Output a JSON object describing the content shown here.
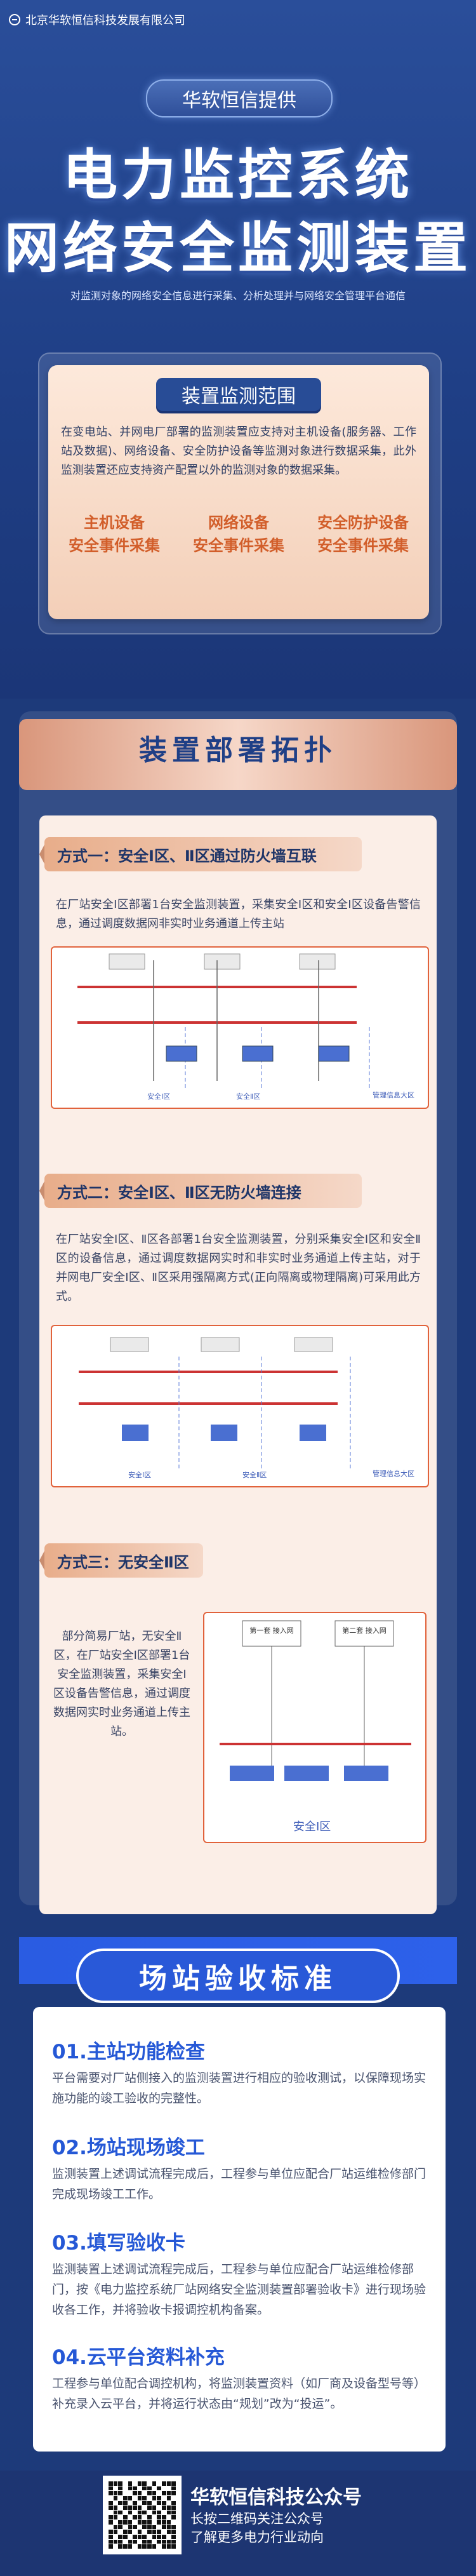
{
  "header": {
    "company": "北京华软恒信科技发展有限公司",
    "provider": "华软恒信提供",
    "title_line1": "电力监控系统",
    "title_line2": "网络安全监测装置",
    "subtitle": "对监测对象的网络安全信息进行采集、分析处理并与网络安全管理平台通信"
  },
  "scope": {
    "title": "装置监测范围",
    "text": "在变电站、并网电厂部署的监测装置应支持对主机设备(服务器、工作站及数据)、网络设备、安全防护设备等监测对象进行数据采集，此外监测装置还应支持资产配置以外的监测对象的数据采集。",
    "events": [
      {
        "line1": "主机设备",
        "line2": "安全事件采集"
      },
      {
        "line1": "网络设备",
        "line2": "安全事件采集"
      },
      {
        "line1": "安全防护设备",
        "line2": "安全事件采集"
      }
    ]
  },
  "deployment": {
    "title": "装置部署拓扑",
    "methods": [
      {
        "label": "方式一：安全Ⅰ区、Ⅱ区通过防火墙互联",
        "text": "在厂站安全Ⅰ区部署1台安全监测装置，采集安全Ⅰ区和安全Ⅰ区设备告警信息，通过调度数据网非实时业务通道上传主站",
        "zones": [
          "安全Ⅰ区",
          "安全Ⅱ区",
          "管理信息大区"
        ]
      },
      {
        "label": "方式二：安全Ⅰ区、Ⅱ区无防火墙连接",
        "text": "在厂站安全Ⅰ区、Ⅱ区各部署1台安全监测装置，分别采集安全Ⅰ区和安全Ⅱ区的设备信息，通过调度数据网实时和非实时业务通道上传主站，对于并网电厂安全Ⅰ区、Ⅱ区采用强隔离方式(正向隔离或物理隔离)可采用此方式。",
        "zones": [
          "安全Ⅰ区",
          "安全Ⅱ区",
          "管理信息大区"
        ]
      },
      {
        "label": "方式三：无安全Ⅱ区",
        "text": "部分简易厂站，无安全Ⅱ区，在厂站安全Ⅰ区部署1台安全监测装置，采集安全Ⅰ区设备告警信息，通过调度数据网实时业务通道上传主站。",
        "zones": [
          "安全Ⅰ区"
        ],
        "nodes": [
          "第一套\n接入网",
          "第二套\n接入网"
        ]
      }
    ]
  },
  "acceptance": {
    "title": "场站验收标准",
    "items": [
      {
        "title": "01.主站功能检查",
        "text": "平台需要对厂站侧接入的监测装置进行相应的验收测试，以保障现场实施功能的竣工验收的完整性。"
      },
      {
        "title": "02.场站现场竣工",
        "text": "监测装置上述调试流程完成后，工程参与单位应配合厂站运维检修部门完成现场竣工工作。"
      },
      {
        "title": "03.填写验收卡",
        "text": "监测装置上述调试流程完成后，工程参与单位应配合厂站运维检修部门，按《电力监控系统厂站网络安全监测装置部署验收卡》进行现场验收各工作，并将验收卡报调控机构备案。"
      },
      {
        "title": "04.云平台资料补充",
        "text": "工程参与单位配合调控机构，将监测装置资料（如厂商及设备型号等）补充录入云平台，并将运行状态由“规划”改为“投运”。"
      }
    ]
  },
  "footer": {
    "name": "华软恒信科技公众号",
    "tip1": "长按二维码关注公众号",
    "tip2": "了解更多电力行业动向"
  },
  "colors": {
    "primary_blue": "#1f3f86",
    "accent_orange": "#d25e2a",
    "card_peach": "#fbeee7"
  }
}
